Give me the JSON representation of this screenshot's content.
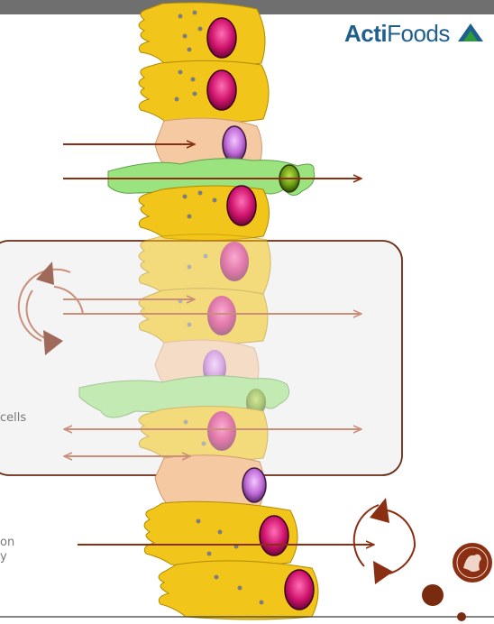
{
  "header": {
    "logo_bold": "Acti",
    "logo_light": "Foods",
    "logo_icon": "triangle-logo-icon"
  },
  "labels": {
    "partial_cells": "cells",
    "partial_on": "on",
    "partial_y": "y"
  },
  "seal": {
    "icon": "university-seal-icon"
  },
  "colors": {
    "topbar": "#6f6f6f",
    "arrow_dark": "#8b2f12",
    "arrow_light": "#c98f7b",
    "box_border": "#6b2a14",
    "box_fill": "#f3f2f2",
    "cell_yellow": "#f2c51a",
    "cell_peach": "#f5c9a2",
    "cell_green": "#9be37e",
    "nucleus_pink": "#d1146e",
    "nucleus_violet": "#c06ad6",
    "nucleus_green": "#6b9e12",
    "logo_blue": "#1f5f8c",
    "logo_green": "#2e9a3c",
    "dot_brown": "#7a2a0e"
  }
}
